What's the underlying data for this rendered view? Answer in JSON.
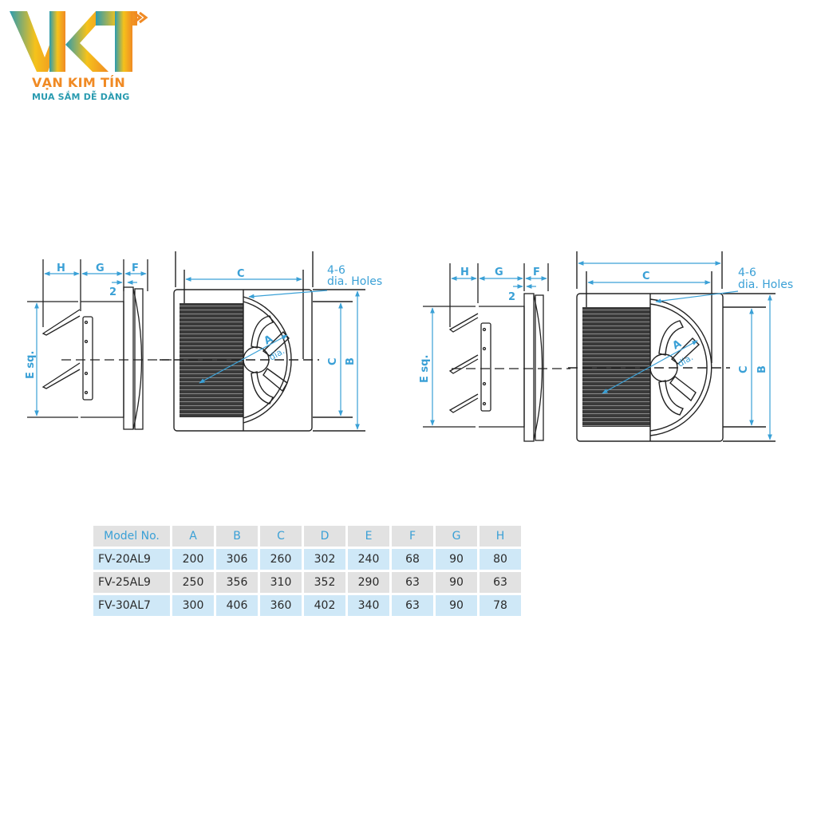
{
  "brand": {
    "logo_letters": "VKT",
    "name": "VẠN KIM TÍN",
    "slogan": "MUA SẮM DỄ DÀNG",
    "colors": {
      "teal": "#2a9bb0",
      "yellow": "#f5c21b",
      "orange": "#f08a24"
    }
  },
  "drawings": [
    {
      "id": "small-model",
      "side_view_labels": {
        "h": "H",
        "g": "G",
        "f": "F",
        "gap": "2",
        "e": "E sq."
      },
      "front_view_labels": {
        "c_top": "C",
        "holes_count": "4-6",
        "holes_note": "dia. Holes",
        "a": "A",
        "a_dia": "dia.",
        "c_side": "C",
        "b": "B"
      }
    },
    {
      "id": "large-model",
      "side_view_labels": {
        "h": "H",
        "g": "G",
        "f": "F",
        "gap": "2",
        "e": "E sq."
      },
      "front_view_labels": {
        "c_top": "C",
        "holes_count": "4-6",
        "holes_note": "dia. Holes",
        "a": "A",
        "a_dia": "dia.",
        "c_side": "C",
        "b": "B"
      }
    }
  ],
  "dimension_color": "#3aa0d6",
  "table": {
    "headers": [
      "Model No.",
      "A",
      "B",
      "C",
      "D",
      "E",
      "F",
      "G",
      "H"
    ],
    "rows": [
      [
        "FV-20AL9",
        "200",
        "306",
        "260",
        "302",
        "240",
        "68",
        "90",
        "80"
      ],
      [
        "FV-25AL9",
        "250",
        "356",
        "310",
        "352",
        "290",
        "63",
        "90",
        "63"
      ],
      [
        "FV-30AL7",
        "300",
        "406",
        "360",
        "402",
        "340",
        "63",
        "90",
        "78"
      ]
    ],
    "colors": {
      "header_bg": "#e2e2e2",
      "header_text": "#3aa0d6",
      "row_blue": "#cfe8f7",
      "row_grey": "#e2e2e2"
    }
  }
}
